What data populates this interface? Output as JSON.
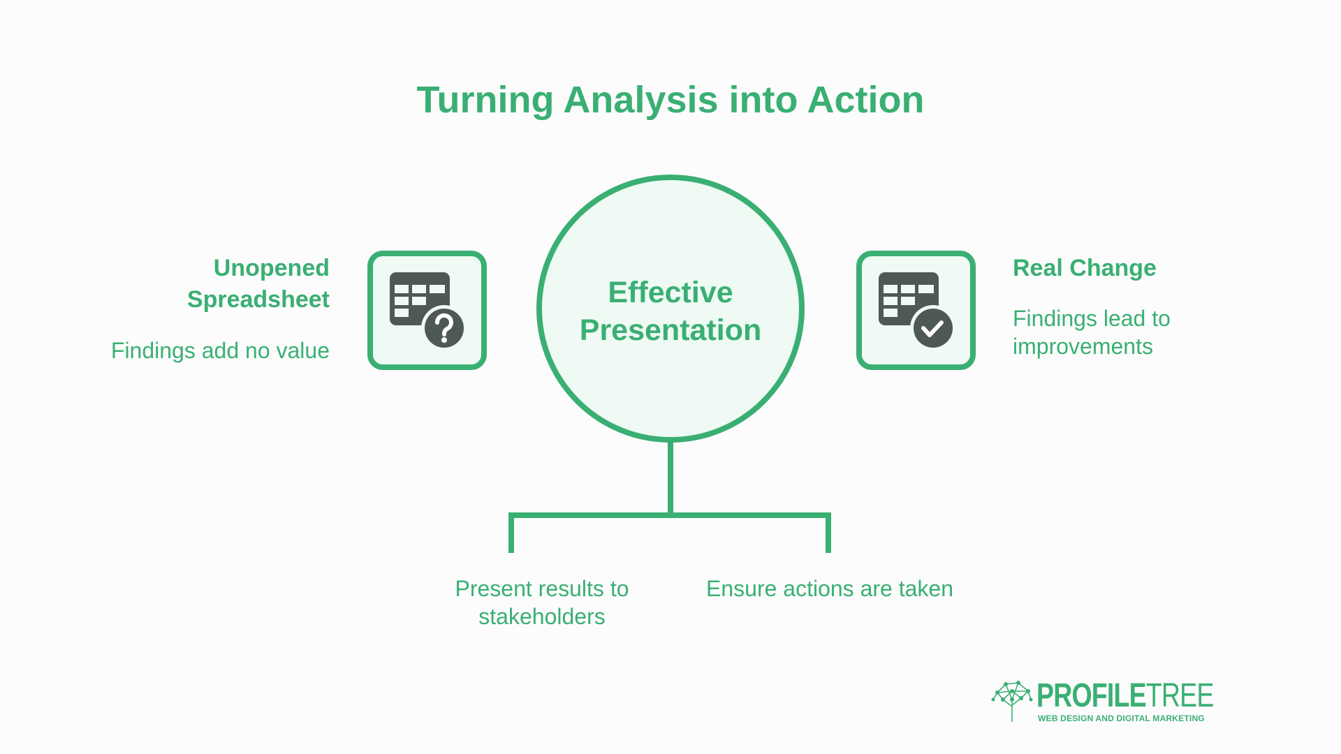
{
  "title": "Turning Analysis into Action",
  "center": {
    "line1": "Effective",
    "line2": "Presentation"
  },
  "left": {
    "title_line1": "Unopened",
    "title_line2": "Spreadsheet",
    "description": "Findings add no value",
    "icon": "spreadsheet-question-icon"
  },
  "right": {
    "title": "Real Change",
    "description_line1": "Findings lead to",
    "description_line2": "improvements",
    "icon": "spreadsheet-check-icon"
  },
  "branches": [
    {
      "line1": "Present results to",
      "line2": "stakeholders"
    },
    {
      "line1": "Ensure actions are taken"
    }
  ],
  "logo": {
    "brand_bold": "PROFILE",
    "brand_thin": "TREE",
    "tagline": "WEB DESIGN AND DIGITAL MARKETING",
    "icon": "tree-network-icon"
  },
  "colors": {
    "accent": "#3aaf73",
    "circle_fill": "#eefaf3",
    "icon_dark": "#4e5953",
    "background": "#fcfcfc"
  }
}
